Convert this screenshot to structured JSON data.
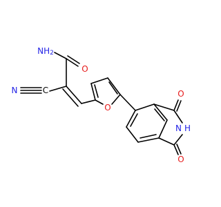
{
  "molecule": {
    "colors": {
      "carbon": "#000000",
      "nitrogen": "#2424e6",
      "oxygen": "#e61a1a"
    },
    "atom_labels": {
      "amide_nh2": "NH2",
      "amide_n": "N",
      "amide_h2": "H",
      "amide_o": "O",
      "nitrile_n": "N",
      "nitrile_c": "C",
      "furan_o": "O",
      "imide_o_top": "O",
      "imide_nh": "N",
      "imide_h": "H",
      "imide_o_bottom": "O"
    }
  }
}
